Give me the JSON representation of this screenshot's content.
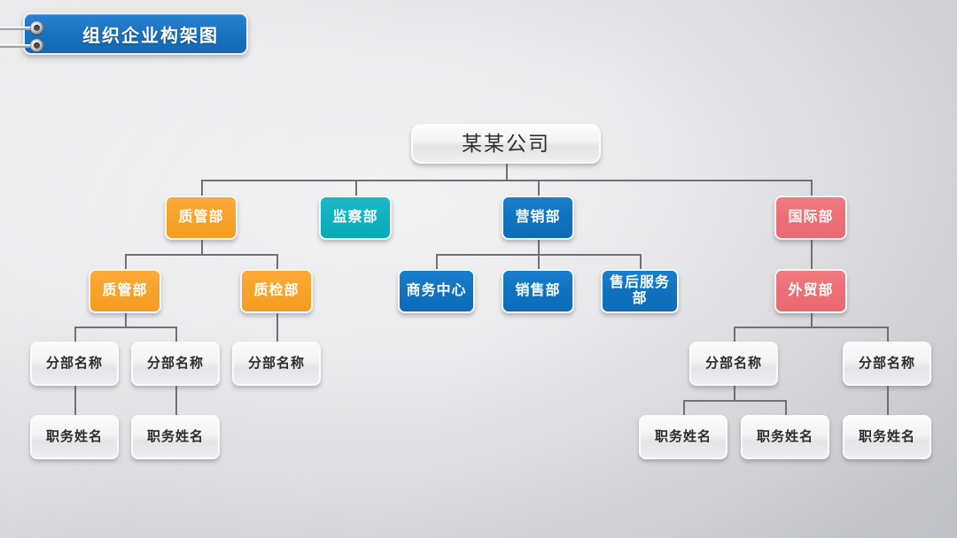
{
  "slide": {
    "title": "组织企业构架图",
    "background_color": "#e6e6e9"
  },
  "binder": {
    "ring_1_name": "binder-ring-top",
    "ring_2_name": "binder-ring-bottom"
  },
  "colors": {
    "banner_blue": "#1974c2",
    "orange": "#f7a22b",
    "teal": "#0fb2c0",
    "blue": "#1072bf",
    "red": "#ec6f76",
    "silver": "#f2f2f3",
    "connector": "#6e7278"
  },
  "chart_data": {
    "type": "diagram",
    "title": "组织企业构架图",
    "root": "某某公司",
    "levels": 5
  },
  "nodes": {
    "root": {
      "label": "某某公司",
      "color": "silver"
    },
    "level2": [
      {
        "label": "质管部",
        "color": "orange"
      },
      {
        "label": "监察部",
        "color": "teal"
      },
      {
        "label": "营销部",
        "color": "blue"
      },
      {
        "label": "国际部",
        "color": "red"
      }
    ],
    "level3": [
      {
        "label": "质管部",
        "color": "orange"
      },
      {
        "label": "质检部",
        "color": "orange"
      },
      {
        "label": "商务中心",
        "color": "blue"
      },
      {
        "label": "销售部",
        "color": "blue"
      },
      {
        "label": "售后服务部",
        "color": "blue"
      },
      {
        "label": "外贸部",
        "color": "red"
      }
    ],
    "level4": [
      {
        "label": "分部名称",
        "color": "silver"
      },
      {
        "label": "分部名称",
        "color": "silver"
      },
      {
        "label": "分部名称",
        "color": "silver"
      },
      {
        "label": "分部名称",
        "color": "silver"
      },
      {
        "label": "分部名称",
        "color": "silver"
      }
    ],
    "level5": [
      {
        "label": "职务姓名",
        "color": "silver"
      },
      {
        "label": "职务姓名",
        "color": "silver"
      },
      {
        "label": "职务姓名",
        "color": "silver"
      },
      {
        "label": "职务姓名",
        "color": "silver"
      },
      {
        "label": "职务姓名",
        "color": "silver"
      }
    ]
  }
}
